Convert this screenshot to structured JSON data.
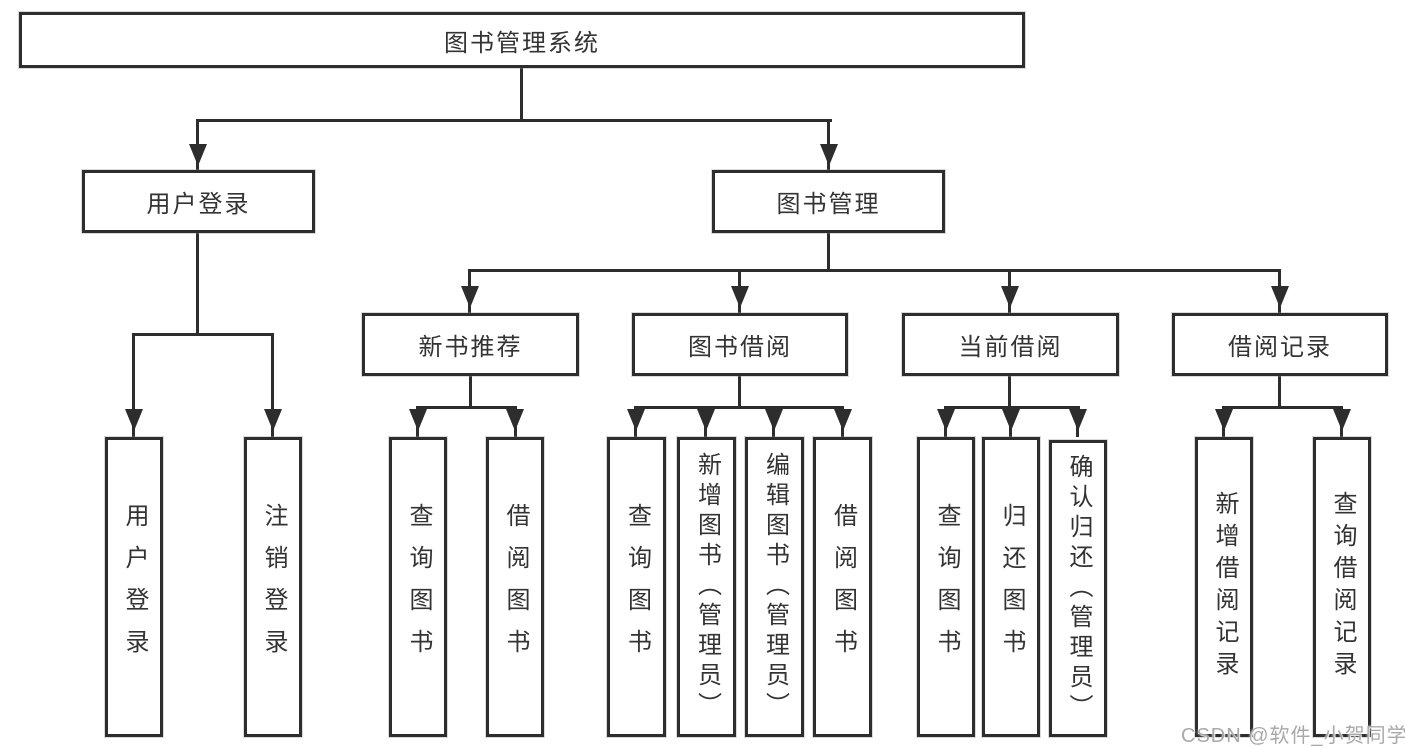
{
  "tree": {
    "root": {
      "label": "图书管理系统"
    },
    "level2": [
      {
        "label": "用户登录",
        "children": [
          {
            "label": "用户登录"
          },
          {
            "label": "注销登录"
          }
        ]
      },
      {
        "label": "图书管理",
        "children": [
          {
            "label": "新书推荐",
            "children": [
              {
                "label": "查询图书"
              },
              {
                "label": "借阅图书"
              }
            ]
          },
          {
            "label": "图书借阅",
            "children": [
              {
                "label": "查询图书"
              },
              {
                "label": "新增图书（管理员）"
              },
              {
                "label": "编辑图书（管理员）"
              },
              {
                "label": "借阅图书"
              }
            ]
          },
          {
            "label": "当前借阅",
            "children": [
              {
                "label": "查询图书"
              },
              {
                "label": "归还图书"
              },
              {
                "label": "确认归还（管理员）"
              }
            ]
          },
          {
            "label": "借阅记录",
            "children": [
              {
                "label": "新增借阅记录"
              },
              {
                "label": "查询借阅记录"
              }
            ]
          }
        ]
      }
    ]
  },
  "watermark": {
    "text": "CSDN @软件_小贺同学"
  },
  "colors": {
    "line": "#2d2d2d",
    "text": "#333333",
    "background": "#ffffff",
    "watermark": "#a9a9a9"
  }
}
